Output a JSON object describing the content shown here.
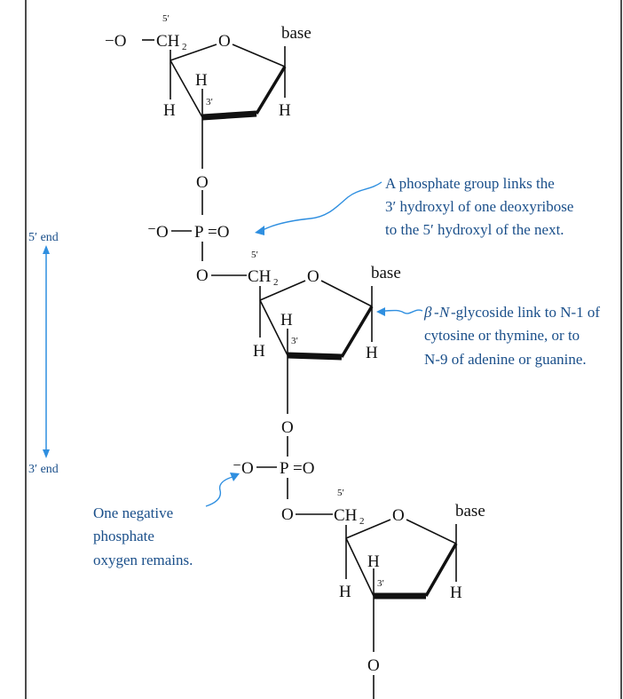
{
  "colors": {
    "annotation": "#1a4f8a",
    "arrow": "#2f8fe0",
    "bond": "#111111",
    "frame": "#111111"
  },
  "ends": {
    "top": "5′ end",
    "bottom": "3′ end"
  },
  "annotations": {
    "phosphate": [
      "A phosphate group links the",
      "3′ hydroxyl of one deoxyribose",
      "to the 5′ hydroxyl of the next."
    ],
    "glycoside": [
      "-glycoside link to N-1 of",
      "cytosine or thymine, or to",
      "N-9 of adenine or guanine."
    ],
    "glycoside_beta": "β",
    "glycoside_n": "N",
    "negative": [
      "One negative",
      "phosphate",
      "oxygen remains."
    ]
  },
  "labels": {
    "O": "O",
    "P": "P",
    "H": "H",
    "CH": "CH",
    "sub2": "2",
    "base": "base",
    "five_prime": "5′",
    "three_prime": "3′",
    "neg_O": "⁻O",
    "neg_O_top": "−O",
    "eqO": "=O"
  }
}
